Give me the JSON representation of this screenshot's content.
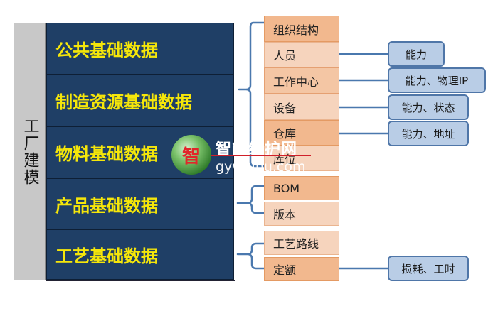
{
  "root": {
    "label": "工厂建模"
  },
  "categories": [
    {
      "label": "公共基础数据"
    },
    {
      "label": "制造资源基础数据"
    },
    {
      "label": "物料基础数据"
    },
    {
      "label": "产品基础数据"
    },
    {
      "label": "工艺基础数据"
    }
  ],
  "items": {
    "org": "组织结构",
    "personnel": "人员",
    "work_center": "工作中心",
    "equipment": "设备",
    "warehouse": "仓库",
    "location": "库位",
    "bom": "BOM",
    "version": "版本",
    "route": "工艺路线",
    "quota": "定额"
  },
  "attributes": {
    "personnel": "能力",
    "work_center": "能力、物理IP",
    "equipment": "能力、状态",
    "warehouse": "能力、地址",
    "quota": "损耗、工时"
  },
  "watermark": {
    "logo_char": "智",
    "title": "智能维护网",
    "url": "gyweihu.com"
  },
  "colors": {
    "category_bg": "#1f3f66",
    "category_text": "#f5e60a",
    "item_bg": "#f2b88e",
    "attr_bg": "#b9cde6",
    "connector": "#3f6fa8"
  }
}
